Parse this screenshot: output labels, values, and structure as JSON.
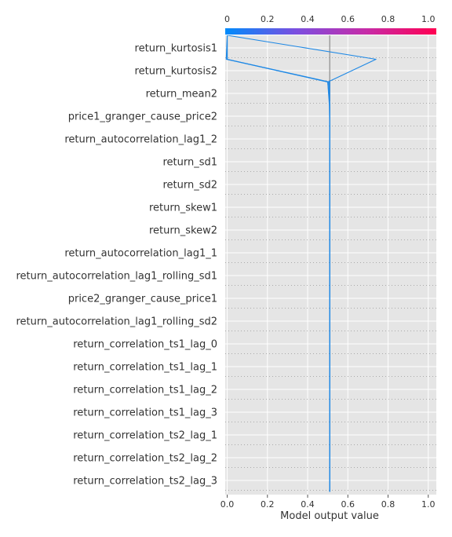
{
  "chart_data": {
    "type": "line",
    "title": "",
    "xlabel": "Model output value",
    "ylabel": "",
    "xlim": [
      -0.01,
      1.04
    ],
    "xticks": [
      0.0,
      0.2,
      0.4,
      0.6,
      0.8,
      1.0
    ],
    "xtick_labels": [
      "0.0",
      "0.2",
      "0.4",
      "0.6",
      "0.8",
      "1.0"
    ],
    "top_xtick_labels": [
      "0",
      "0.2",
      "0.4",
      "0.6",
      "0.8",
      "1.0"
    ],
    "base_value": 0.51,
    "grid": true,
    "features": [
      "return_kurtosis1",
      "return_kurtosis2",
      "return_mean2",
      "price1_granger_cause_price2",
      "return_autocorrelation_lag1_2",
      "return_sd1",
      "return_sd2",
      "return_skew1",
      "return_skew2",
      "return_autocorrelation_lag1_1",
      "return_autocorrelation_lag1_rolling_sd1",
      "price2_granger_cause_price1",
      "return_autocorrelation_lag1_rolling_sd2",
      "return_correlation_ts1_lag_0",
      "return_correlation_ts1_lag_1",
      "return_correlation_ts1_lag_2",
      "return_correlation_ts1_lag_3",
      "return_correlation_ts2_lag_1",
      "return_correlation_ts2_lag_2",
      "return_correlation_ts2_lag_3"
    ],
    "series": [
      {
        "color": "#1e88e5",
        "values": [
          0.0,
          0.0,
          0.51,
          0.51,
          0.51,
          0.51,
          0.51,
          0.51,
          0.51,
          0.51,
          0.51,
          0.51,
          0.51,
          0.51,
          0.51,
          0.51,
          0.51,
          0.51,
          0.51,
          0.51,
          0.51
        ]
      },
      {
        "color": "#1e88e5",
        "values": [
          0.0,
          0.74,
          0.5,
          0.51,
          0.51,
          0.51,
          0.51,
          0.51,
          0.51,
          0.51,
          0.51,
          0.51,
          0.51,
          0.51,
          0.51,
          0.51,
          0.51,
          0.51,
          0.51,
          0.51,
          0.51
        ]
      },
      {
        "color": "#1e88e5",
        "values": [
          0.0,
          -0.005,
          0.505,
          0.51,
          0.51,
          0.51,
          0.51,
          0.51,
          0.51,
          0.51,
          0.51,
          0.51,
          0.51,
          0.51,
          0.51,
          0.51,
          0.51,
          0.51,
          0.51,
          0.51,
          0.51
        ]
      },
      {
        "color": "#1e88e5",
        "values": [
          0.0,
          0.0,
          0.5,
          0.508,
          0.51,
          0.51,
          0.51,
          0.51,
          0.51,
          0.51,
          0.51,
          0.51,
          0.51,
          0.51,
          0.51,
          0.51,
          0.51,
          0.51,
          0.51,
          0.51,
          0.51
        ]
      }
    ],
    "colorbar": {
      "stops": [
        "#008bfb",
        "#7b4fe0",
        "#c62ca8",
        "#ff0052"
      ]
    }
  }
}
